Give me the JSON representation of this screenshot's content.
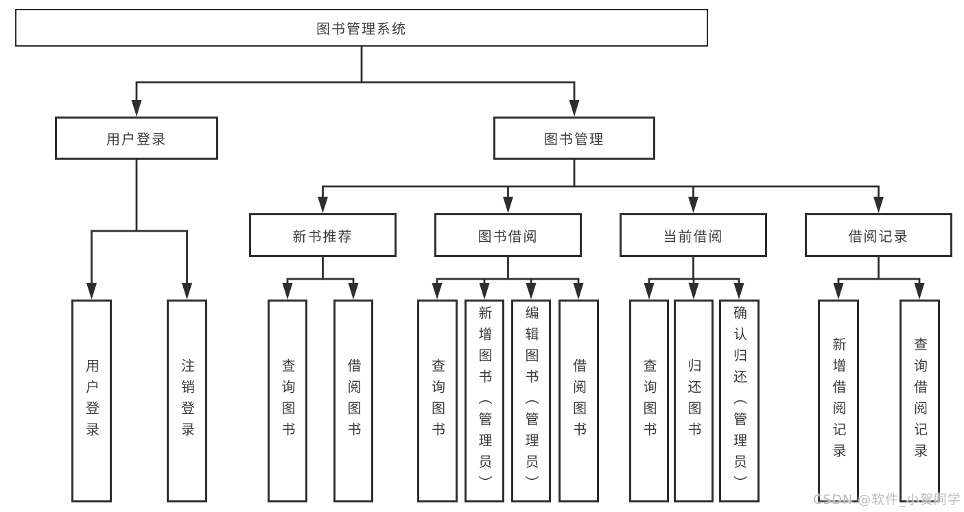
{
  "diagram": {
    "root": {
      "label": "图书管理系统"
    },
    "branches": [
      {
        "label": "用户登录",
        "children": [
          {
            "label": "用户登录"
          },
          {
            "label": "注销登录"
          }
        ]
      },
      {
        "label": "图书管理",
        "children": [
          {
            "label": "新书推荐",
            "children": [
              {
                "label": "查询图书"
              },
              {
                "label": "借阅图书"
              }
            ]
          },
          {
            "label": "图书借阅",
            "children": [
              {
                "label": "查询图书"
              },
              {
                "label": "新增图书（管理员）"
              },
              {
                "label": "编辑图书（管理员）"
              },
              {
                "label": "借阅图书"
              }
            ]
          },
          {
            "label": "当前借阅",
            "children": [
              {
                "label": "查询图书"
              },
              {
                "label": "归还图书"
              },
              {
                "label": "确认归还（管理员）"
              }
            ]
          },
          {
            "label": "借阅记录",
            "children": [
              {
                "label": "新增借阅记录"
              },
              {
                "label": "查询借阅记录"
              }
            ]
          }
        ]
      }
    ]
  },
  "watermark": {
    "text": "CSDN @软件_小贺同学"
  },
  "colors": {
    "line": "#2e2e2e",
    "box_border": "#2e2e2e",
    "box_fill": "#ffffff",
    "text": "#3a3a3a",
    "watermark": "#b9bbbd",
    "background": "#ffffff"
  }
}
